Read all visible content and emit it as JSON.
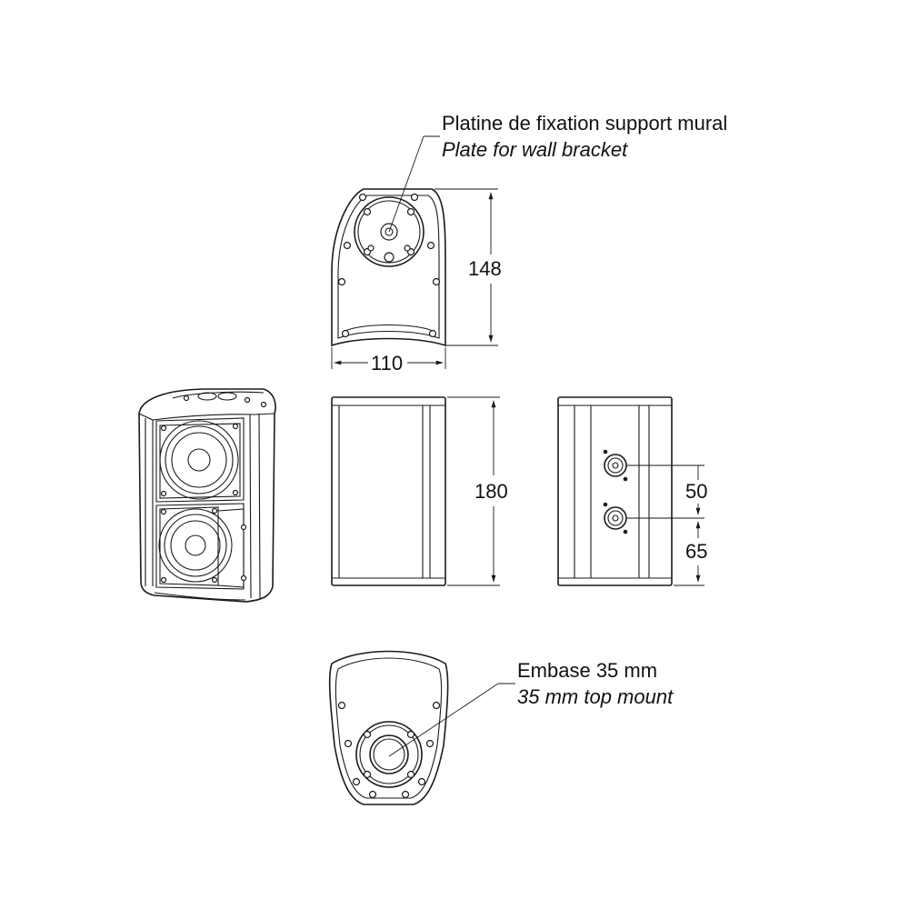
{
  "annotations": {
    "wall_plate_fr": "Platine de fixation support mural",
    "wall_plate_en": "Plate for wall bracket",
    "mount_fr": "Embase 35 mm",
    "mount_en": "35 mm top mount"
  },
  "dimensions": {
    "depth": "148",
    "width": "110",
    "height": "180",
    "connector_spacing": "50",
    "connector_bottom": "65"
  },
  "colors": {
    "line": "#1a1a1a",
    "background": "#ffffff"
  }
}
